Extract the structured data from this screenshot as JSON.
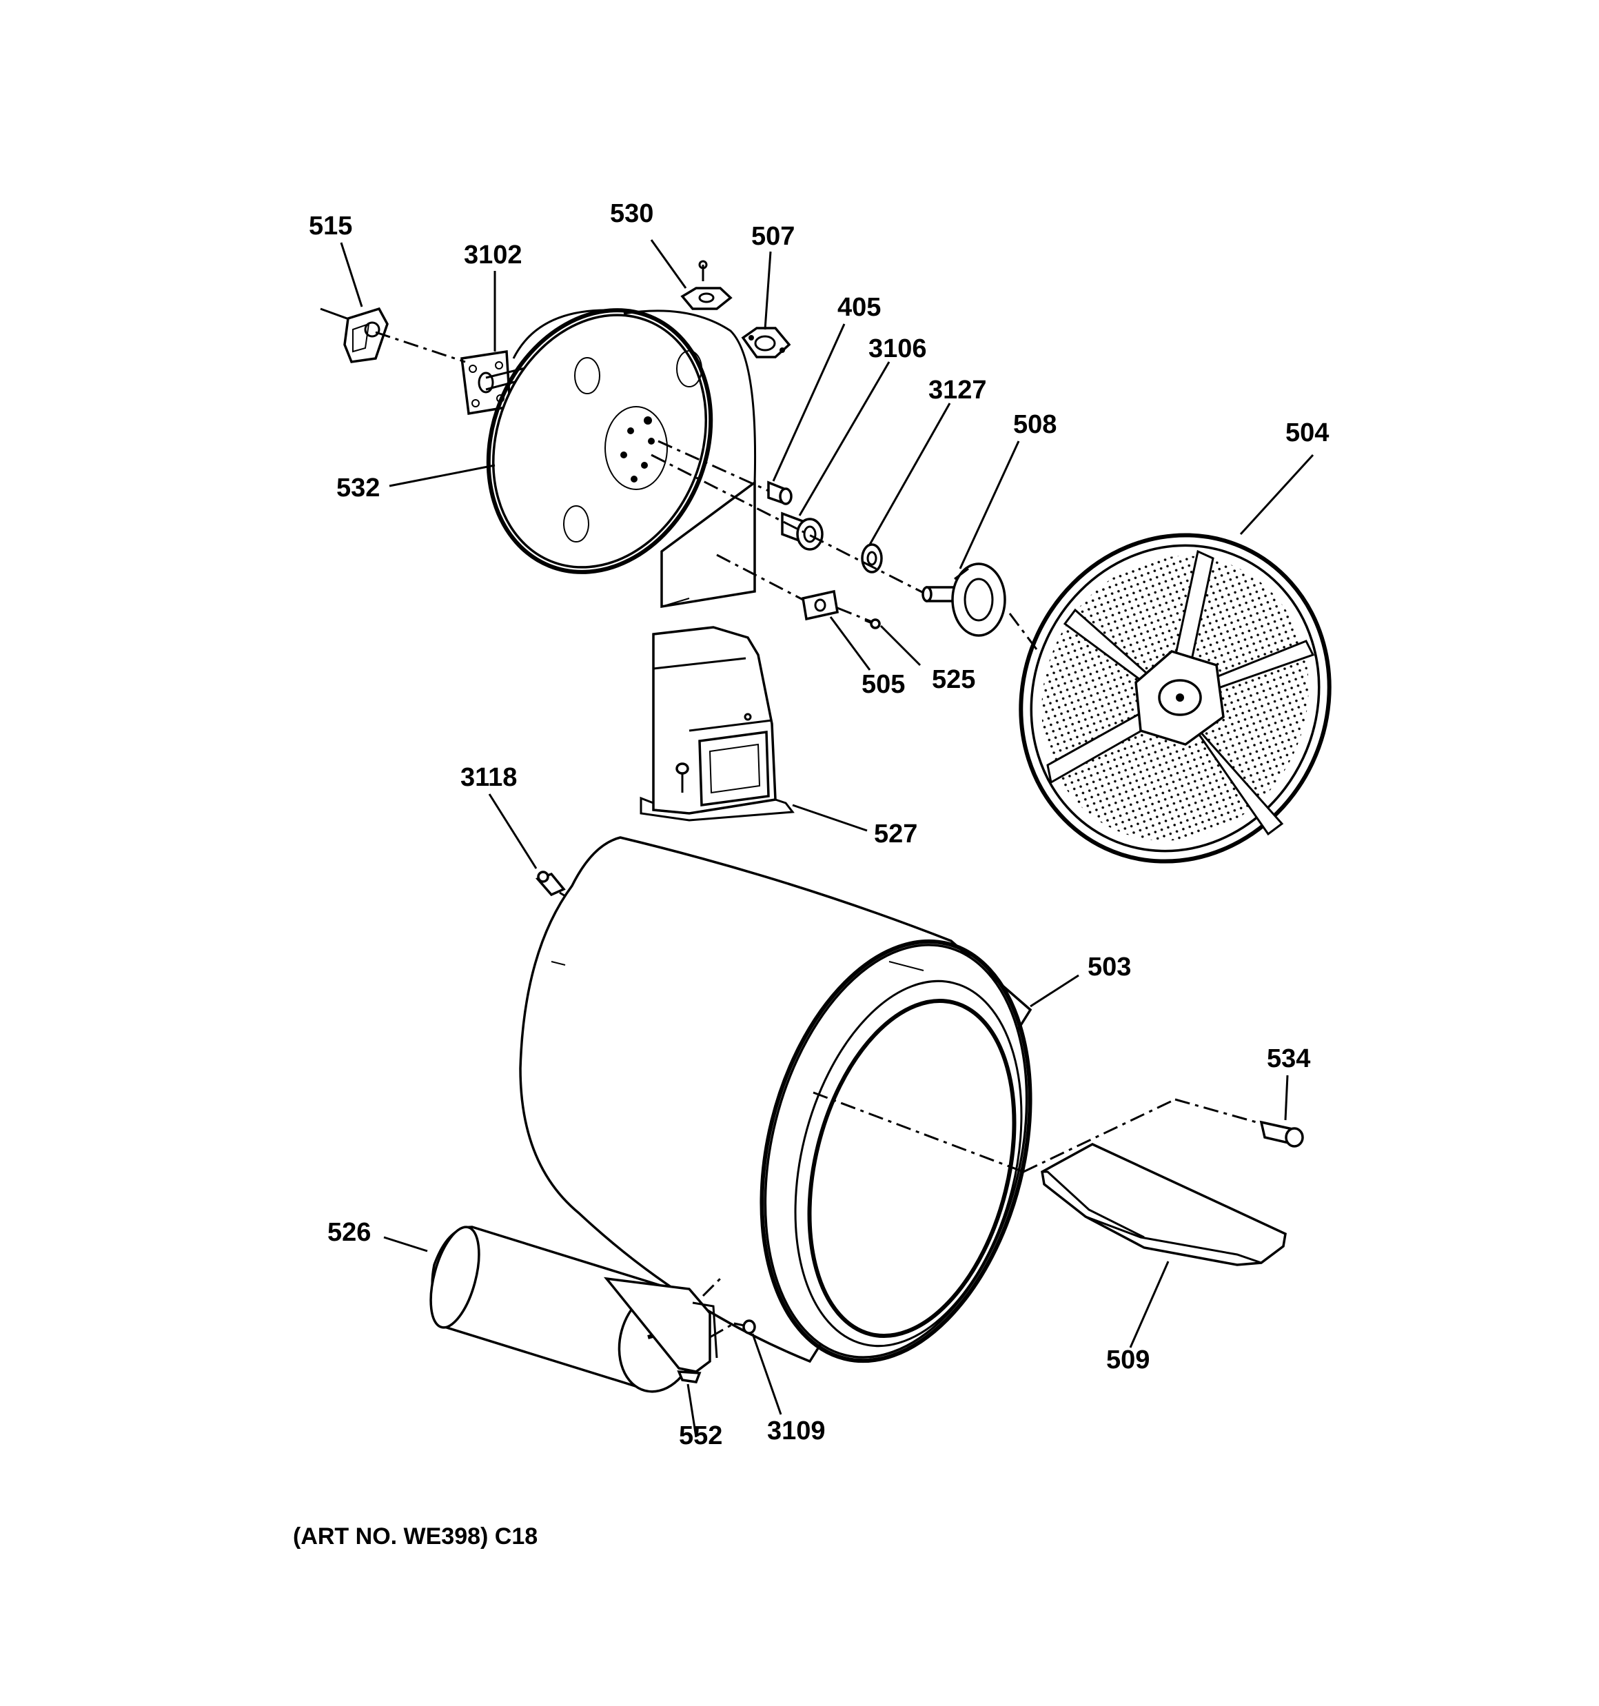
{
  "caption": "(ART NO. WE398) C18",
  "callouts": {
    "c515": "515",
    "c3102": "3102",
    "c530": "530",
    "c507": "507",
    "c405": "405",
    "c3106": "3106",
    "c3127": "3127",
    "c508": "508",
    "c504": "504",
    "c532": "532",
    "c505": "505",
    "c525": "525",
    "c527": "527",
    "c3118": "3118",
    "c503": "503",
    "c534": "534",
    "c526": "526",
    "c509": "509",
    "c552": "552",
    "c3109": "3109"
  }
}
